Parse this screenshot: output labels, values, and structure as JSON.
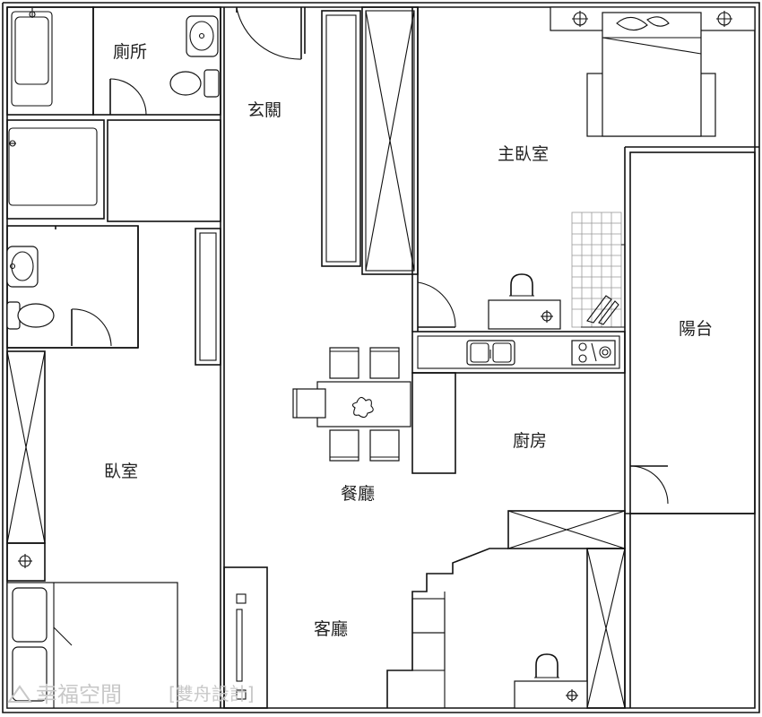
{
  "rooms": {
    "toilet": "廁所",
    "entrance": "玄關",
    "master_bedroom": "主臥室",
    "balcony": "陽台",
    "bedroom": "臥室",
    "kitchen": "廚房",
    "dining": "餐廳",
    "living": "客廳"
  },
  "watermark": {
    "brand": "幸福空間",
    "designer": "[雙舟設計]"
  }
}
